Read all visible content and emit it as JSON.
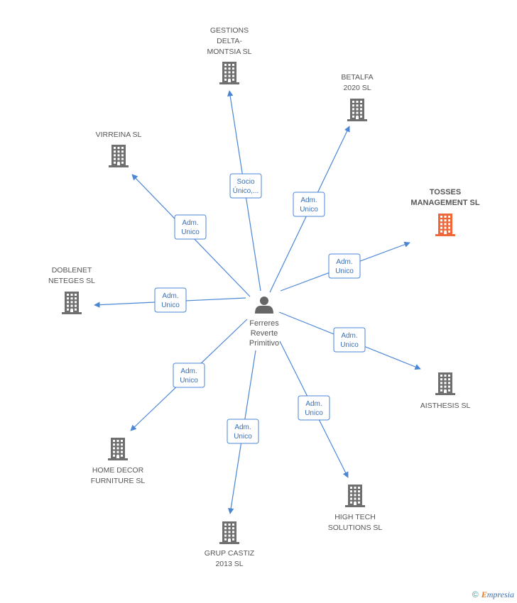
{
  "center": {
    "label": [
      "Ferreres",
      "Reverte",
      "Primitivo"
    ],
    "icon": "person-icon",
    "color": "#666666"
  },
  "companies": [
    {
      "id": "gestions",
      "label": [
        "GESTIONS",
        "DELTA-",
        "MONTSIA SL"
      ],
      "relation": [
        "Socio",
        "Único,..."
      ],
      "highlight": false
    },
    {
      "id": "betalfa",
      "label": [
        "BETALFA",
        "2020 SL"
      ],
      "relation": [
        "Adm.",
        "Unico"
      ],
      "highlight": false
    },
    {
      "id": "tosses",
      "label": [
        "TOSSES",
        "MANAGEMENT SL"
      ],
      "relation": [
        "Adm.",
        "Unico"
      ],
      "highlight": true
    },
    {
      "id": "virreina",
      "label": [
        "VIRREINA SL"
      ],
      "relation": [
        "Adm.",
        "Unico"
      ],
      "highlight": false
    },
    {
      "id": "doblenet",
      "label": [
        "DOBLENET",
        "NETEGES  SL"
      ],
      "relation": [
        "Adm.",
        "Unico"
      ],
      "highlight": false
    },
    {
      "id": "aisthesis",
      "label": [
        "AISTHESIS  SL"
      ],
      "relation": [
        "Adm.",
        "Unico"
      ],
      "highlight": false
    },
    {
      "id": "homedecor",
      "label": [
        "HOME DECOR",
        "FURNITURE SL"
      ],
      "relation": [
        "Adm.",
        "Unico"
      ],
      "highlight": false
    },
    {
      "id": "grupcastiz",
      "label": [
        "GRUP CASTIZ",
        "2013 SL"
      ],
      "relation": [
        "Adm.",
        "Unico"
      ],
      "highlight": false
    },
    {
      "id": "hightech",
      "label": [
        "HIGH TECH",
        "SOLUTIONS  SL"
      ],
      "relation": [
        "Adm.",
        "Unico"
      ],
      "highlight": false
    }
  ],
  "colors": {
    "edge": "#4a86d6",
    "building": "#6f6f6f",
    "highlight_building": "#f0683a"
  },
  "footer": {
    "copyright": "©",
    "brand_initial": "E",
    "brand_rest": "mpresia"
  }
}
